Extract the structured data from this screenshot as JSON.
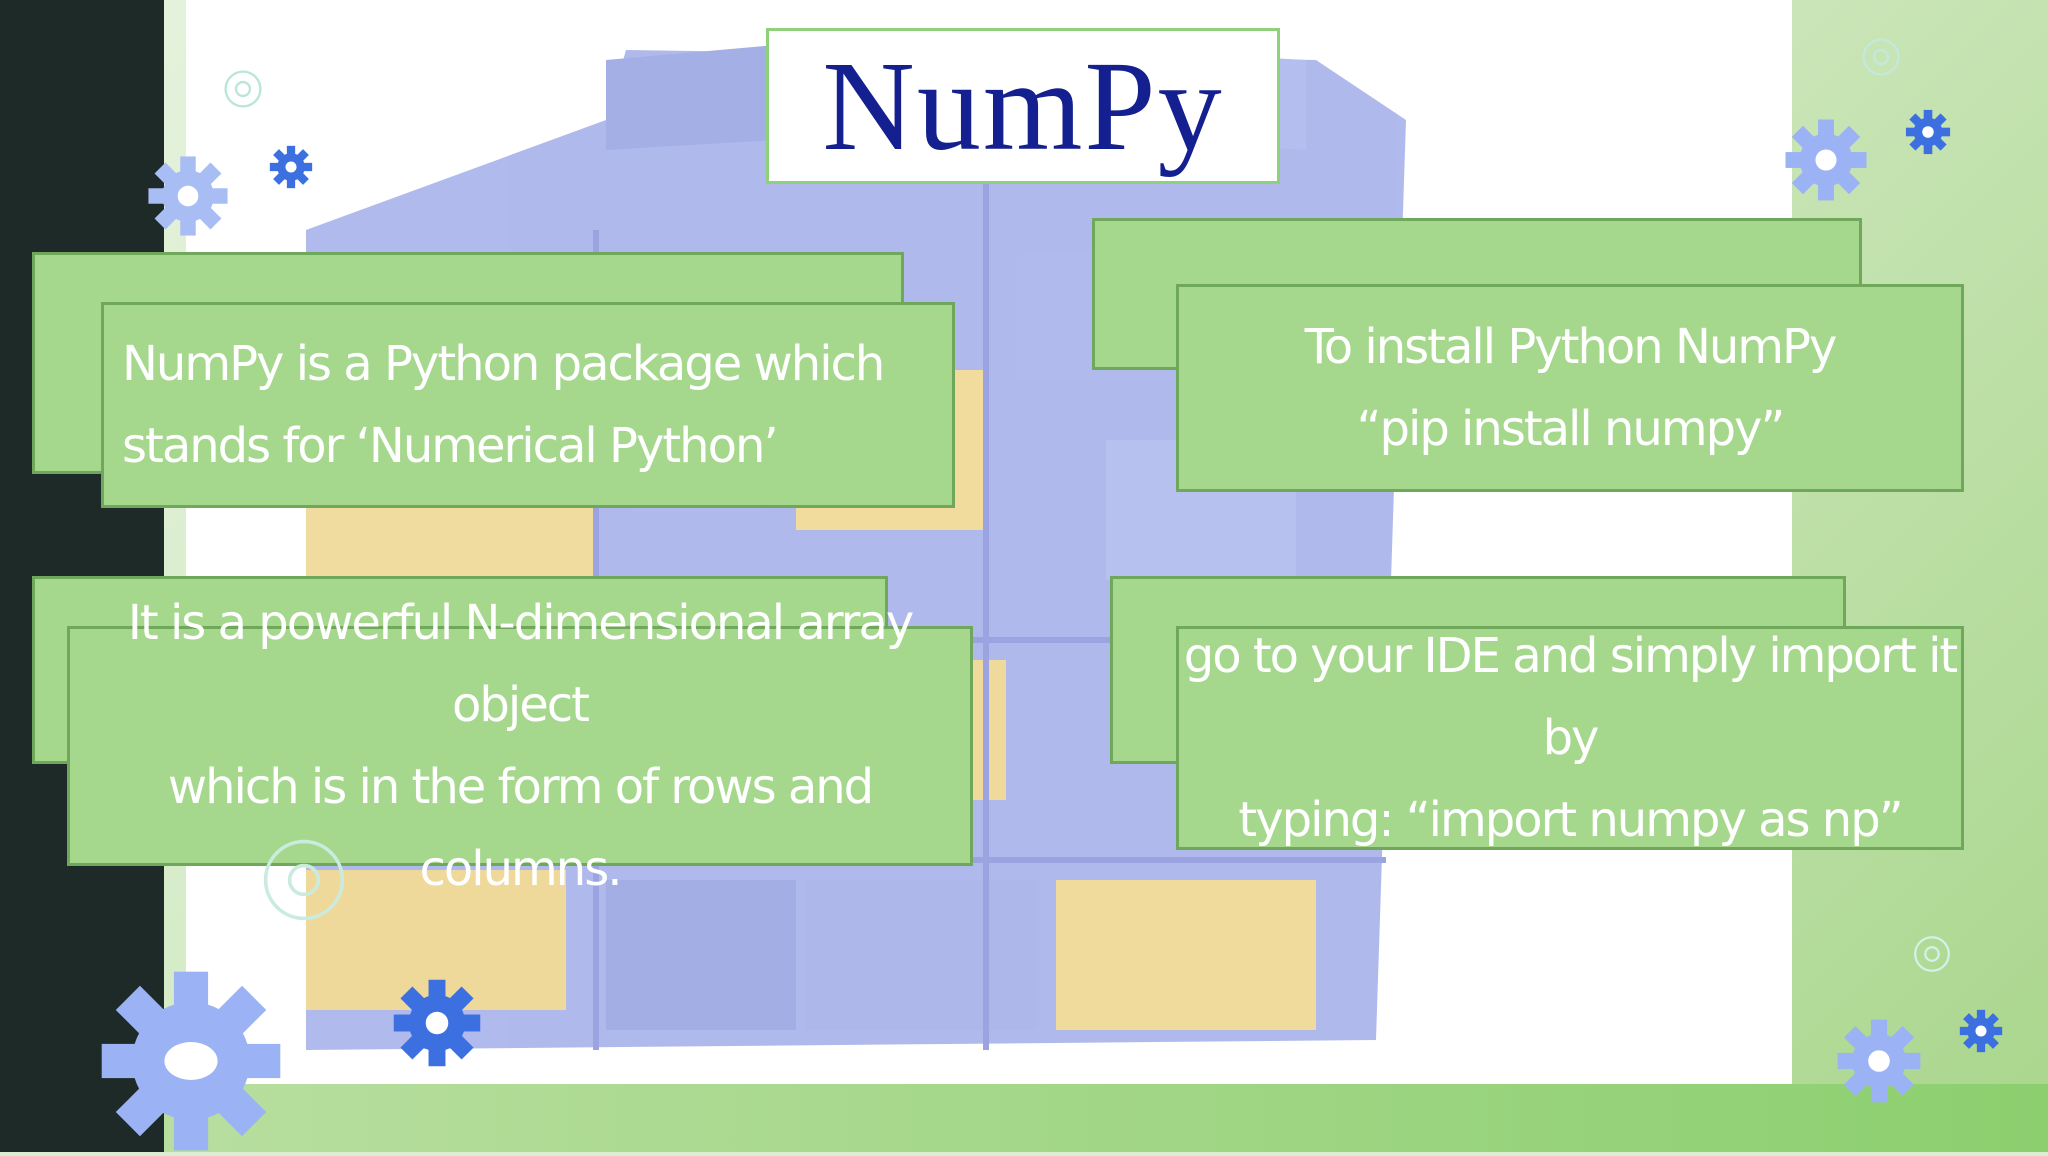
{
  "slide": {
    "logo_text": "NumPy",
    "card_definition": "NumPy is a Python package  which\nstands for ‘Numerical Python’",
    "card_install": "To install Python NumPy\n“pip install numpy”",
    "card_array": "It is a powerful N-dimensional array object\nwhich is in the form of rows and columns.",
    "card_import": "go to your IDE and simply import it by\ntyping: “import numpy as np”"
  },
  "colors": {
    "card_fill": "#a5d88d",
    "card_border": "#6fa85a",
    "logo_text": "#14208f",
    "dark_strip": "#1e2a27",
    "gear_blue": "#3c6fe0",
    "gear_light": "#9bb2f4"
  },
  "icons": [
    "gear-icon"
  ]
}
